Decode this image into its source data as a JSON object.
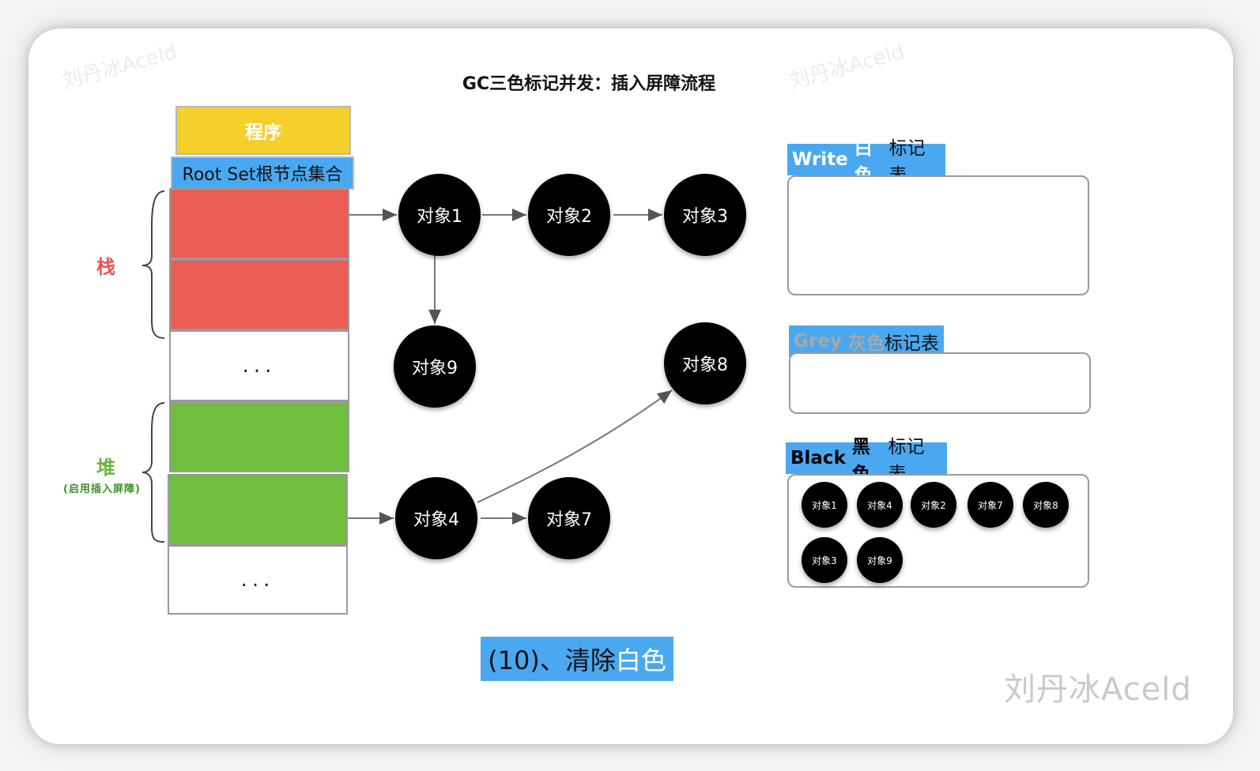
{
  "title": "GC三色标记并发：插入屏障流程",
  "program_label": "程序",
  "root_set_label": "Root Set根节点集合",
  "stack_label": "栈",
  "heap_label": "堆",
  "heap_sublabel": "(启用插入屏障)",
  "ellipsis": "...",
  "nodes": {
    "obj1": "对象1",
    "obj2": "对象2",
    "obj3": "对象3",
    "obj9": "对象9",
    "obj8": "对象8",
    "obj4": "对象4",
    "obj7": "对象7"
  },
  "tables": {
    "white": {
      "head": "Write",
      "rest_colored": "白色",
      "rest": "标记表",
      "items": []
    },
    "grey": {
      "head": "Grey",
      "rest_colored": "灰色",
      "rest": "标记表",
      "items": []
    },
    "black": {
      "head": "Black",
      "rest_colored": "黑色",
      "rest": "标记表",
      "items": [
        "对象1",
        "对象4",
        "对象2",
        "对象7",
        "对象8",
        "对象3",
        "对象9"
      ]
    }
  },
  "step": {
    "prefix": "(10)、清除",
    "highlight": "白色"
  },
  "watermark": "刘丹冰Aceld",
  "colors": {
    "program": "#f5cf2c",
    "root_set": "#4aa8f0",
    "stack": "#eb5c55",
    "heap": "#70be40",
    "node": "#000000",
    "grey_text": "#a8a8a8"
  }
}
